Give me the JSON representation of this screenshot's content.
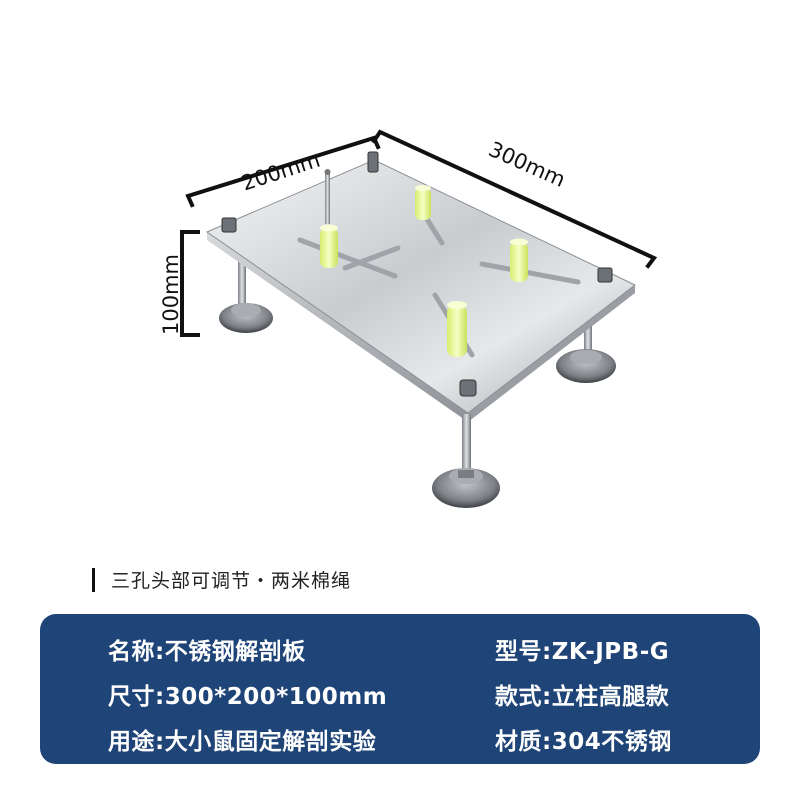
{
  "dimensions": {
    "width_label": "200mm",
    "length_label": "300mm",
    "height_label": "100mm"
  },
  "feature_caption": "三孔头部可调节・两米棉绳",
  "specs": {
    "name": "名称:不锈钢解剖板",
    "size": "尺寸:300*200*100mm",
    "use": "用途:大小鼠固定解剖实验",
    "model": "型号:ZK-JPB-G",
    "style": "款式:立柱高腿款",
    "material": "材质:304不锈钢"
  },
  "colors": {
    "panel": "#1f4477",
    "text_on_panel": "#ffffff",
    "peg_yellow": "#e8f79a"
  }
}
